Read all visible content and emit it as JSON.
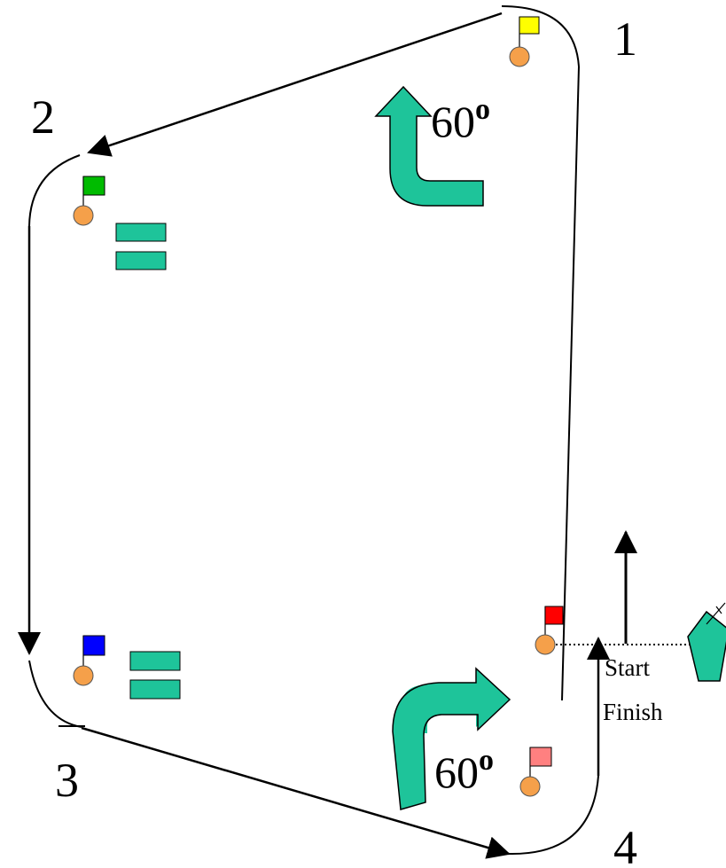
{
  "marks": [
    {
      "id": "1",
      "label": "1",
      "flag_color": "#ffff00"
    },
    {
      "id": "2",
      "label": "2",
      "flag_color": "#00bb00"
    },
    {
      "id": "3",
      "label": "3",
      "flag_color": "#0000ff"
    },
    {
      "id": "4",
      "label": "4",
      "flag_color": "#ff8080"
    }
  ],
  "start_flag_color": "#ff0000",
  "buoy_color": "#f5a04a",
  "accent_color": "#1ec49a",
  "turns": [
    {
      "value": "60",
      "degree_symbol": "o"
    },
    {
      "value": "60",
      "degree_symbol": "o"
    }
  ],
  "start_label": "Start",
  "finish_label": "Finish"
}
